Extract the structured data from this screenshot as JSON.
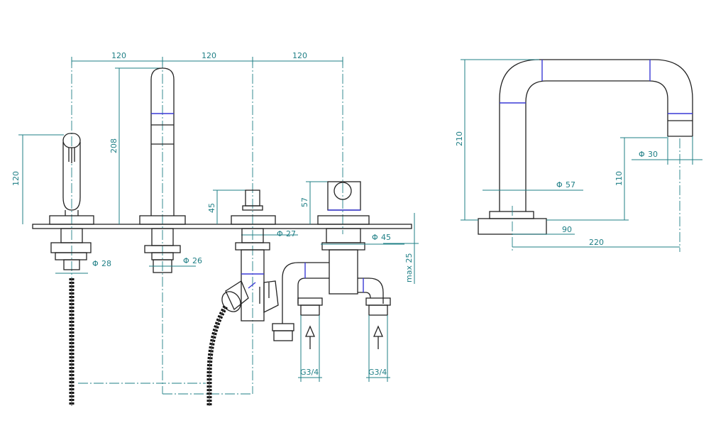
{
  "colors": {
    "dimension": "#1f7f86",
    "outline": "#222222",
    "accent": "#3a3ad6",
    "background": "#ffffff"
  },
  "front_view": {
    "spacing_1": "120",
    "spacing_2": "120",
    "spacing_3": "120",
    "spout_height": "208",
    "handshower_height": "120",
    "diverter_height": "45",
    "mixer_height": "57",
    "dia_handshower": "28",
    "dia_spout": "26",
    "dia_diverter": "27",
    "dia_mixer": "45",
    "max_deck": "max 25",
    "inlet_left": "G3/4",
    "inlet_right": "G3/4",
    "phi": "Φ"
  },
  "side_view": {
    "height_total": "210",
    "outlet_height": "110",
    "dia_outlet": "30",
    "dia_base": "57",
    "base_offset": "90",
    "reach": "220",
    "phi": "Φ"
  }
}
